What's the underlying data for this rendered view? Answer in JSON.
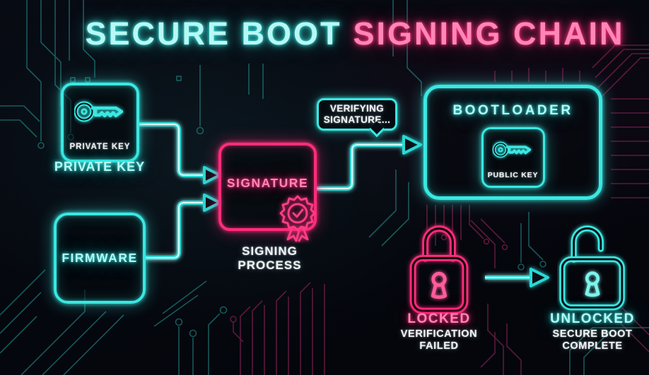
{
  "title": {
    "left": "SECURE BOOT",
    "right": "SIGNING CHAIN"
  },
  "nodes": {
    "private_key": {
      "box_label": "PRIVATE KEY",
      "caption": "PRIVATE KEY",
      "icon": "key-icon"
    },
    "firmware": {
      "label": "FIRMWARE"
    },
    "signature": {
      "label": "SIGNATURE",
      "caption": "SIGNING\nPROCESS",
      "icon": "certificate-badge-icon"
    },
    "bootloader": {
      "label": "BOOTLOADER",
      "public_key_label": "PUBLIC KEY",
      "public_key_icon": "key-icon"
    },
    "locked": {
      "label": "LOCKED",
      "caption": "VERIFICATION\nFAILED",
      "icon": "padlock-locked-icon"
    },
    "unlocked": {
      "label": "UNLOCKED",
      "caption": "SECURE BOOT\nCOMPLETE",
      "icon": "padlock-unlocked-icon"
    }
  },
  "speech_bubble": {
    "text": "VERIFYING\nSIGNATURE..."
  },
  "arrows": [
    {
      "name": "private-key-to-signature"
    },
    {
      "name": "firmware-to-signature"
    },
    {
      "name": "signature-to-bootloader"
    },
    {
      "name": "locked-to-unlocked"
    }
  ],
  "colors": {
    "cyan": "#3ae8e2",
    "pink": "#ff2d7b",
    "text_light": "#f1f6f9",
    "background": "#05070e",
    "trace_cyan": "#2aa8a4",
    "trace_magenta": "#a12863"
  },
  "background_pattern": "circuit-traces"
}
